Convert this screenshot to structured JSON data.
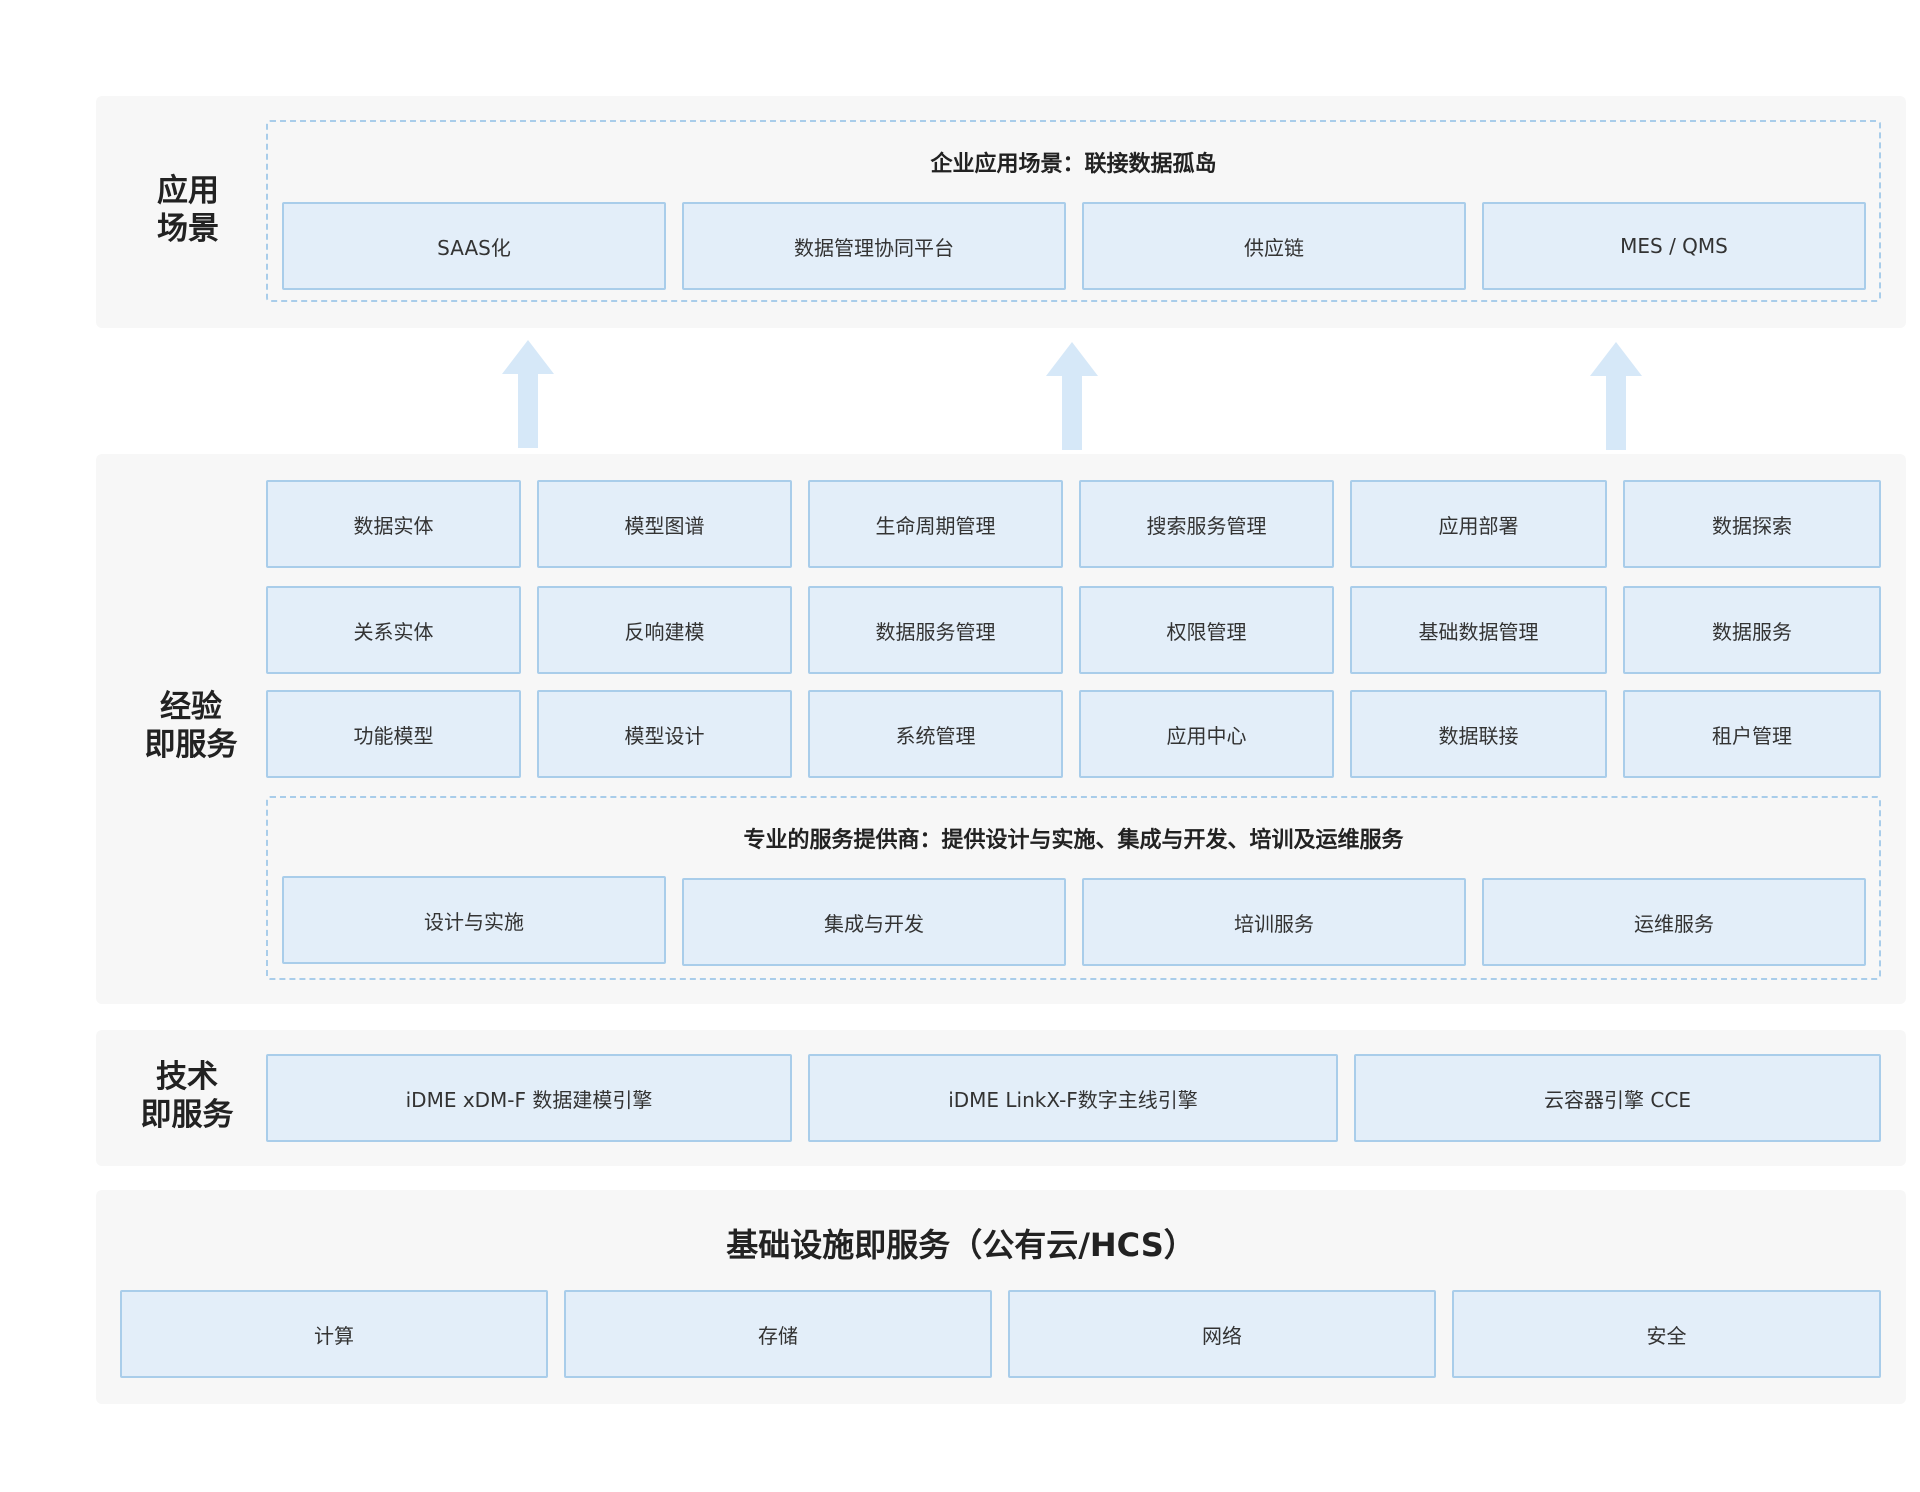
{
  "scenario": {
    "label": "应用\n场景",
    "title": "企业应用场景：联接数据孤岛",
    "items": [
      "SAAS化",
      "数据管理协同平台",
      "供应链",
      "MES / QMS"
    ]
  },
  "experience": {
    "label": "经验\n即服务",
    "grid": [
      [
        "数据实体",
        "模型图谱",
        "生命周期管理",
        "搜索服务管理",
        "应用部署",
        "数据探索"
      ],
      [
        "关系实体",
        "反响建模",
        "数据服务管理",
        "权限管理",
        "基础数据管理",
        "数据服务"
      ],
      [
        "功能模型",
        "模型设计",
        "系统管理",
        "应用中心",
        "数据联接",
        "租户管理"
      ]
    ],
    "provider_title": "专业的服务提供商：提供设计与实施、集成与开发、培训及运维服务",
    "provider_items": [
      "设计与实施",
      "集成与开发",
      "培训服务",
      "运维服务"
    ]
  },
  "tech": {
    "label": "技术\n即服务",
    "items": [
      "iDME xDM-F 数据建模引擎",
      "iDME LinkX-F数字主线引擎",
      "云容器引擎 CCE"
    ]
  },
  "infra": {
    "title": "基础设施即服务（公有云/HCS）",
    "items": [
      "计算",
      "存储",
      "网络",
      "安全"
    ]
  },
  "colors": {
    "box_fill": "#e3eef9",
    "box_border": "#a9cdea",
    "arrow": "#d6e8f8",
    "layer_bg": "#f7f7f7"
  }
}
